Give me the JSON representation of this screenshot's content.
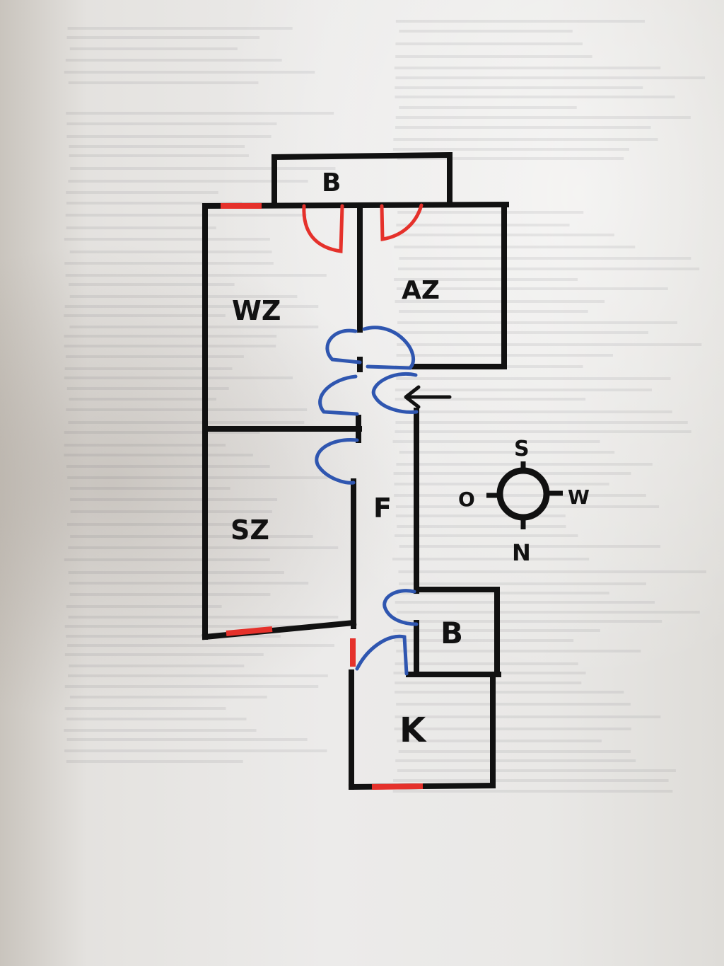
{
  "rooms": {
    "balcony_top": "B",
    "living_room": "WZ",
    "work_room": "AZ",
    "bedroom": "SZ",
    "hallway": "F",
    "bathroom": "B",
    "kitchen": "K"
  },
  "compass": {
    "top": "S",
    "left": "O",
    "right": "W",
    "bottom": "N"
  },
  "colors": {
    "walls": "#111111",
    "windows": "#e5312b",
    "doors": "#2f56b0",
    "paper": "#ecebea"
  },
  "icons": {
    "entrance": "arrow-left-icon",
    "orientation": "compass-icon"
  }
}
